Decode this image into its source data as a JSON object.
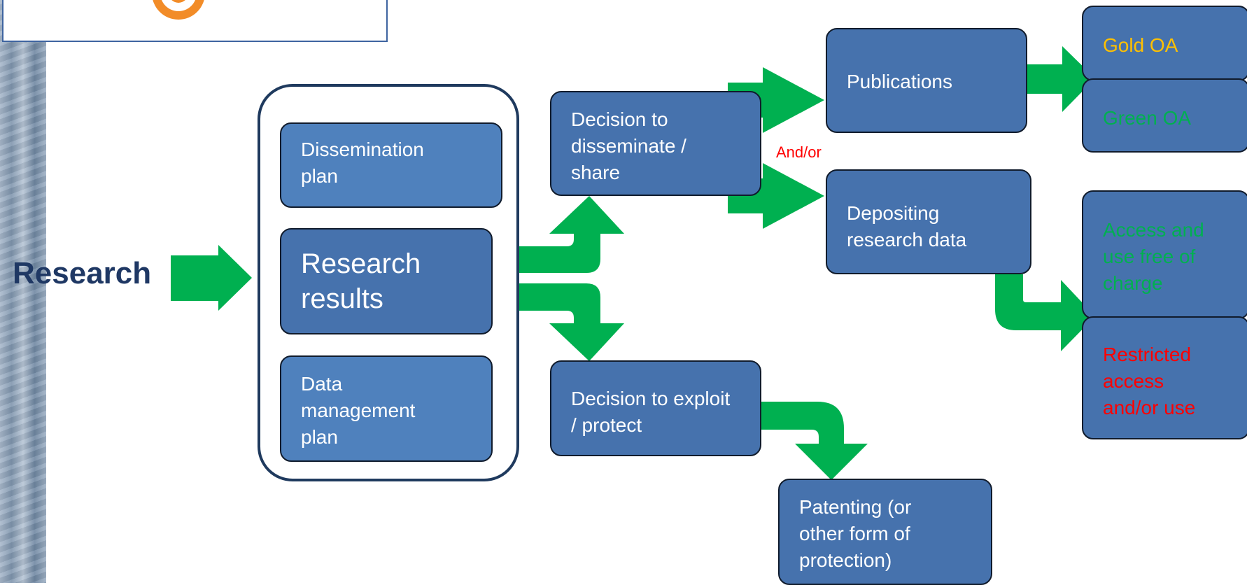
{
  "colors": {
    "box_fill": "#4672ad",
    "box_border": "#101b2c",
    "arrow": "#00b050",
    "gold": "#ffc000",
    "green": "#00b050",
    "red": "#ff0000",
    "title_blue": "#1f3864"
  },
  "logo": {
    "icon": "orange-ring-logo"
  },
  "research_label": "Research",
  "group": {
    "dissemination_plan": "Dissemination plan",
    "research_results": "Research results",
    "data_management_plan": "Data management plan"
  },
  "decision_disseminate": "Decision to disseminate / share",
  "decision_exploit": "Decision to exploit / protect",
  "publications": "Publications",
  "depositing": "Depositing research data",
  "and_or": "And/or",
  "patenting": "Patenting (or other form of protection)",
  "gold_oa": "Gold OA",
  "green_oa": "Green OA",
  "access_free": "Access and use free of charge",
  "restricted": "Restricted access and/or use"
}
